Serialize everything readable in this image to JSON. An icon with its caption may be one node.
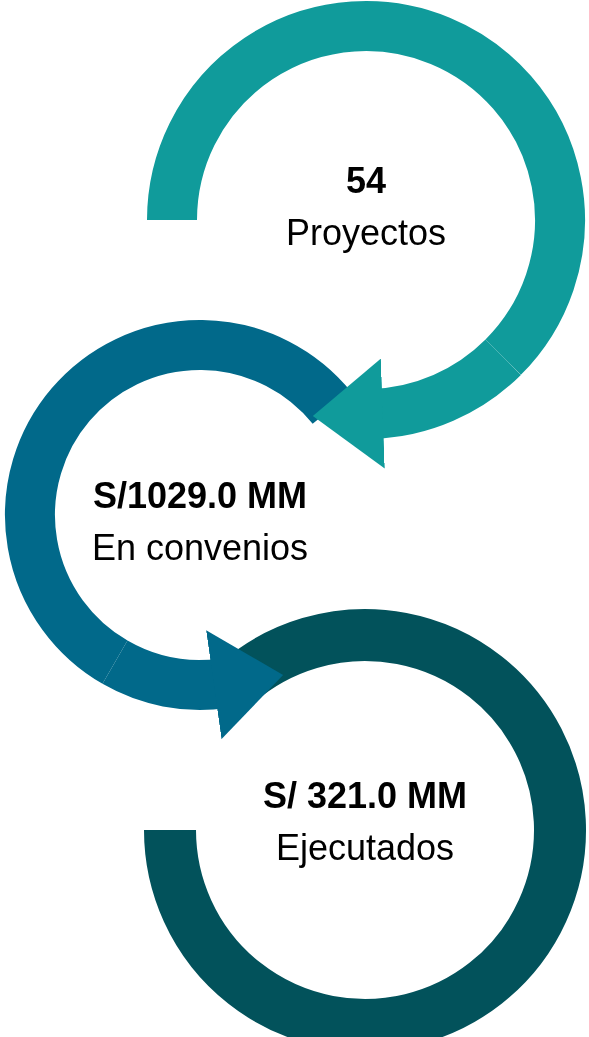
{
  "diagram": {
    "nodes": [
      {
        "text": [
          "54",
          "Proyectos"
        ]
      },
      {
        "text": [
          "S/1029.0 MM",
          "En convenios"
        ]
      },
      {
        "text": [
          "S/ 321.0 MM",
          "Ejecutados"
        ]
      }
    ],
    "edges": [
      {
        "from": 0,
        "to": 1,
        "arrow": "to",
        "color": "#109b9b"
      },
      {
        "from": 1,
        "to": 2,
        "arrow": "to",
        "color": "#01698a"
      }
    ]
  }
}
